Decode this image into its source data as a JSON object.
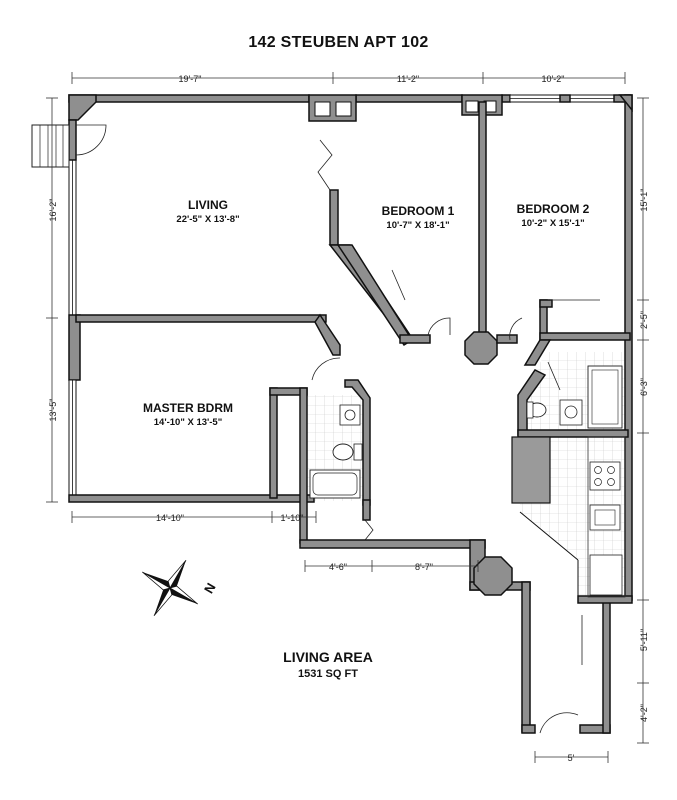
{
  "title": "142 STEUBEN APT 102",
  "rooms": {
    "living": {
      "name": "LIVING",
      "dims": "22'-5\" X 13'-8\""
    },
    "bedroom1": {
      "name": "BEDROOM 1",
      "dims": "10'-7\" X 18'-1\""
    },
    "bedroom2": {
      "name": "BEDROOM 2",
      "dims": "10'-2\" X 15'-1\""
    },
    "master": {
      "name": "MASTER BDRM",
      "dims": "14'-10\" X 13'-5\""
    }
  },
  "dimensions": {
    "top_1": "19'-7\"",
    "top_2": "11'-2\"",
    "top_3": "10'-2\"",
    "left_1": "16'-2\"",
    "left_2": "13'-5\"",
    "right_1": "15'-1\"",
    "right_2": "2'-5\"",
    "right_3": "6'-3\"",
    "right_4": "5'-11\"",
    "right_5": "4'-2\"",
    "bottom_1": "14'-10\"",
    "bottom_2": "1'-10\"",
    "hall_1": "4'-6\"",
    "hall_2": "8'-7\"",
    "entry": "5'"
  },
  "area": {
    "title": "LIVING AREA",
    "value": "1531 SQ FT"
  },
  "compass": {
    "label": "N",
    "icon": "compass-rose-icon"
  }
}
